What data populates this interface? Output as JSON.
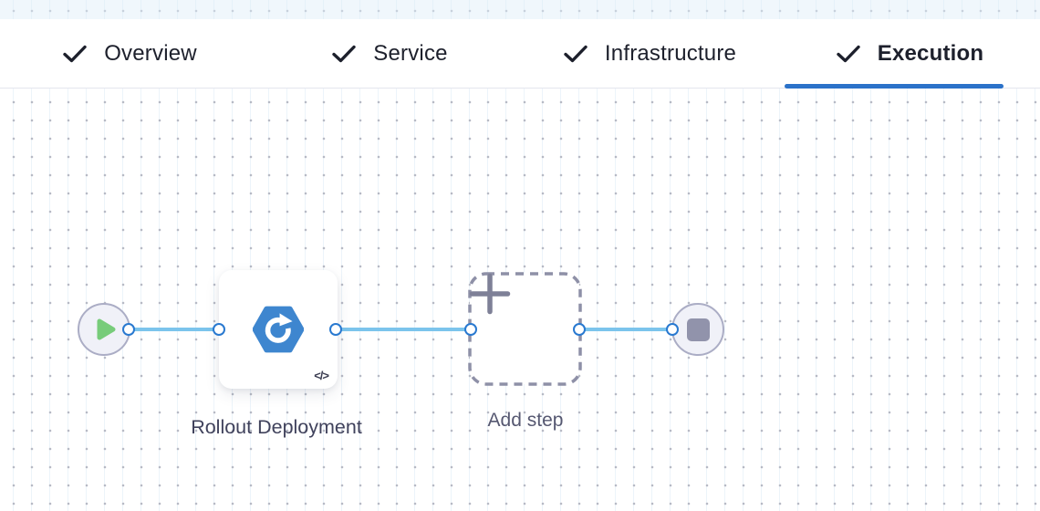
{
  "header": {
    "tabs": [
      {
        "label": "Overview",
        "status": "completed",
        "active": false
      },
      {
        "label": "Service",
        "status": "completed",
        "active": false
      },
      {
        "label": "Infrastructure",
        "status": "completed",
        "active": false
      },
      {
        "label": "Execution",
        "status": "completed",
        "active": true
      }
    ],
    "active_tab": "Execution",
    "underline_color": "#2b72c9"
  },
  "canvas": {
    "nodes": [
      {
        "id": "start",
        "type": "start",
        "icon": "play-icon"
      },
      {
        "id": "rollout",
        "type": "step",
        "label": "Rollout Deployment",
        "icon": "rolling-update-icon",
        "badge": "</>"
      },
      {
        "id": "add-step",
        "type": "add-step-placeholder",
        "label": "Add step",
        "icon": "plus-icon"
      },
      {
        "id": "end",
        "type": "end",
        "icon": "stop-icon"
      }
    ],
    "edges": [
      {
        "from": "start",
        "to": "rollout"
      },
      {
        "from": "rollout",
        "to": "add-step"
      },
      {
        "from": "add-step",
        "to": "end"
      }
    ],
    "colors": {
      "edge": "#7cc4ec",
      "port_border": "#2979d0",
      "terminal_fill": "#f0f1f8",
      "terminal_border": "#abadc5",
      "play_green": "#77cc7a",
      "stop_gray": "#9193ab",
      "dashed_border": "#8e90a7",
      "step_icon_blue": "#3e86cf",
      "active_underline": "#2b72c9"
    }
  }
}
